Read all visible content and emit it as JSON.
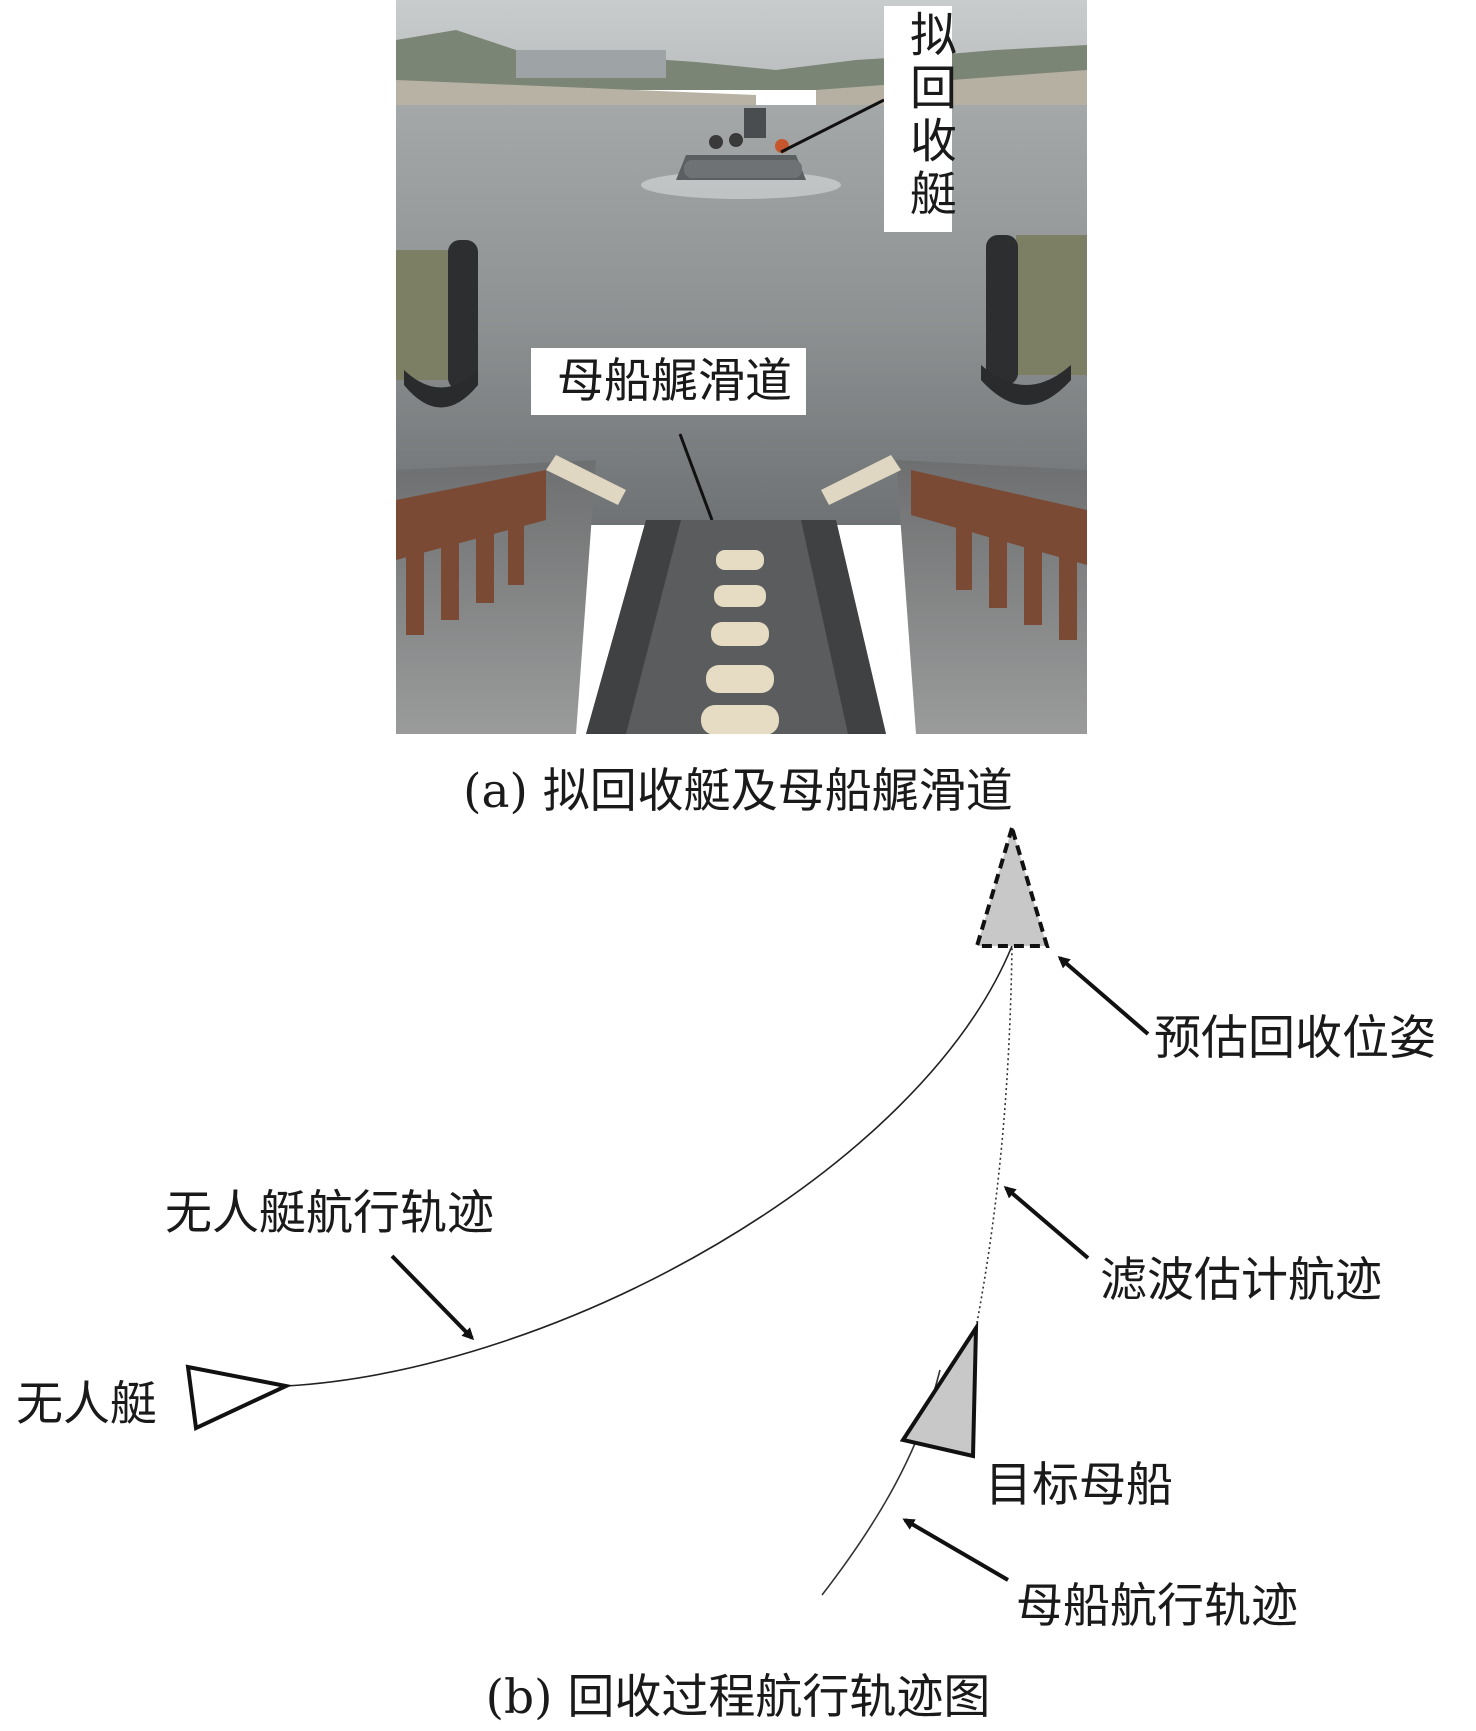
{
  "panel_a": {
    "label_recovery_boat": "拟回收艇",
    "label_slipway": "母船艉滑道",
    "caption": "(a) 拟回收艇及母船艉滑道"
  },
  "panel_b": {
    "label_usv": "无人艇",
    "label_usv_track": "无人艇航行轨迹",
    "label_estimated_pose": "预估回收位姿",
    "label_filtered_track": "滤波估计航迹",
    "label_target_mothership": "目标母船",
    "label_mothership_track": "母船航行轨迹",
    "caption": "(b) 回收过程航行轨迹图"
  },
  "colors": {
    "marker_fill": "#c8c8c8",
    "line": "#222222",
    "water": "#8f9597",
    "slipway_rust": "#7a4a35"
  }
}
